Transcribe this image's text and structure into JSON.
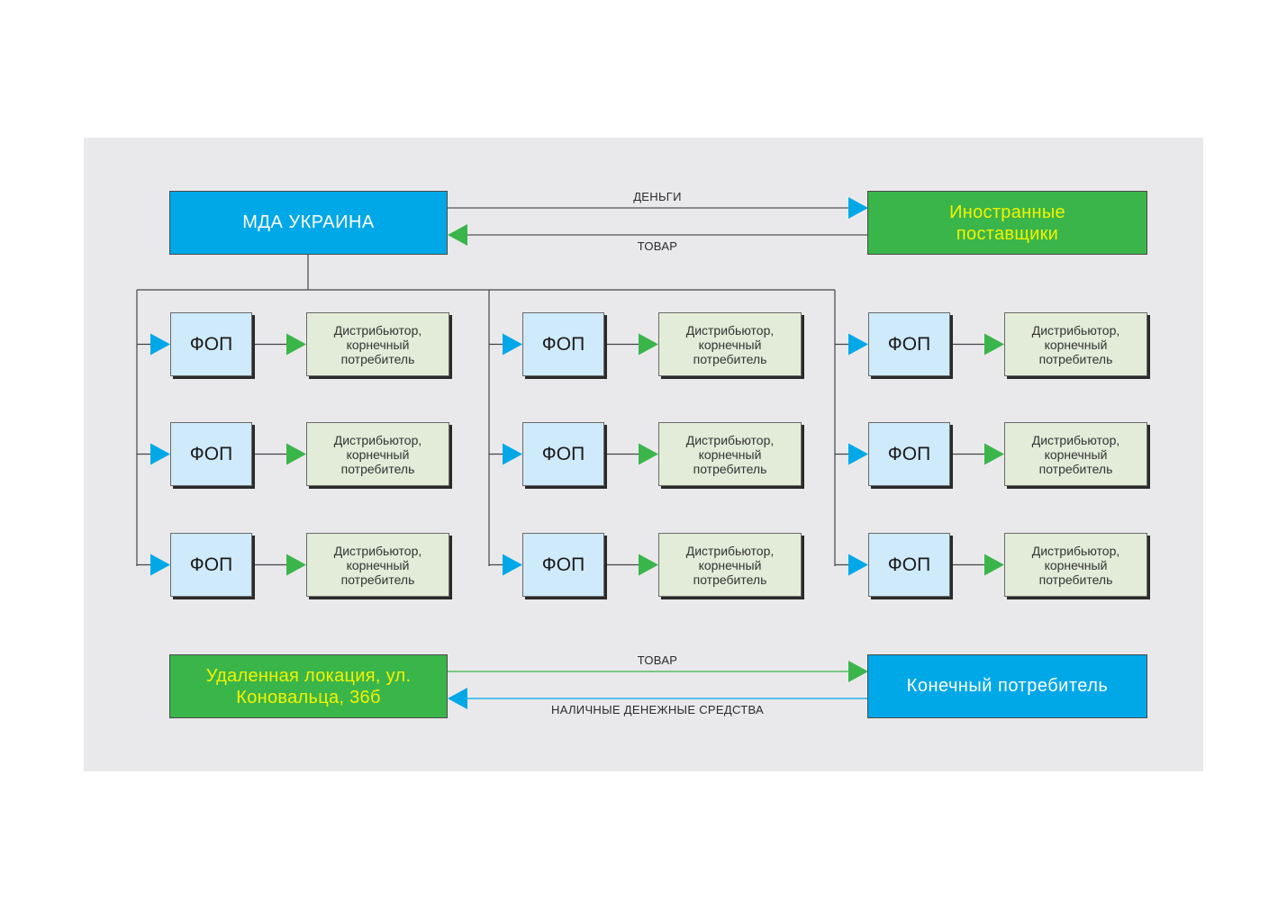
{
  "top": {
    "left_box": "МДА УКРАИНА",
    "right_box": "Иностранные поставщики",
    "arrow_right_label": "ДЕНЬГИ",
    "arrow_left_label": "ТОВАР"
  },
  "grid": {
    "fop_label": "ФОП",
    "dist_label": "Дистрибьютор, корнечный потребитель"
  },
  "bottom": {
    "left_box": "Удаленная локация, ул. Коновальца, 36б",
    "right_box": "Конечный потребитель",
    "arrow_right_label": "ТОВАР",
    "arrow_left_label": "НАЛИЧНЫЕ ДЕНЕЖНЫЕ СРЕДСТВА"
  },
  "colors": {
    "blue": "#00a8e8",
    "green": "#3ab54a",
    "yellow_text": "#f3f300",
    "fop_fill": "#cfeafa",
    "dist_fill": "#e2ecd8",
    "panel": "#e9e9eb"
  }
}
